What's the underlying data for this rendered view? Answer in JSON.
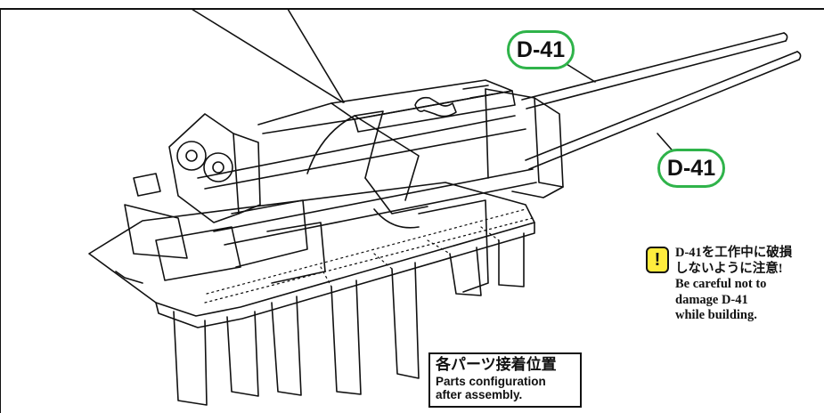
{
  "callouts": {
    "top_part": "D-41",
    "right_part": "D-41"
  },
  "warning": {
    "icon": "exclamation-icon",
    "line1": "D-41を工作中に破損",
    "line2": "しないように注意!",
    "line3": "Be careful not to",
    "line4": "damage D-41",
    "line5": "while building."
  },
  "label": {
    "title_jp": "各パーツ接着位置",
    "title_en_line1": "Parts configuration",
    "title_en_line2": "after assembly."
  },
  "colors": {
    "callout_ring": "#2fb34a",
    "caution_fill": "#ffec3d",
    "line_art": "#111111"
  }
}
